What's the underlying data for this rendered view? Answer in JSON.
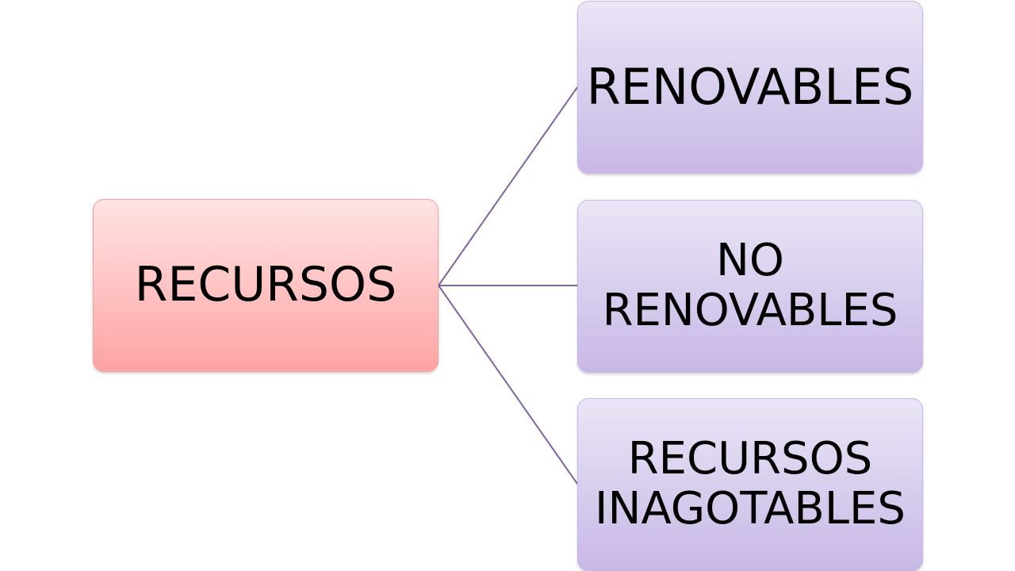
{
  "diagram": {
    "root": {
      "label": "RECURSOS",
      "color": "#ffc4c4"
    },
    "children": [
      {
        "label": "RENOVABLES"
      },
      {
        "label": "NO RENOVABLES"
      },
      {
        "label": "RECURSOS INAGOTABLES"
      }
    ],
    "child_color": "#d9cfee",
    "connector_color": "#8064a2"
  }
}
